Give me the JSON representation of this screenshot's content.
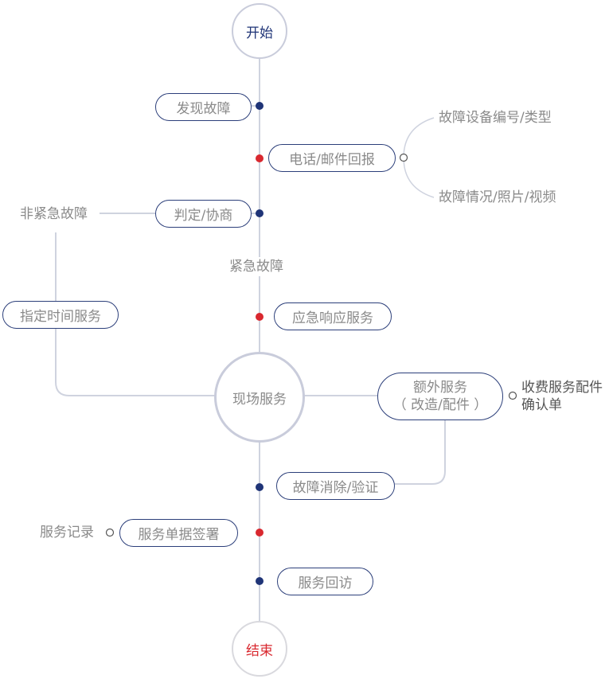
{
  "colors": {
    "navy": "#1f3477",
    "red": "#d9282f",
    "line": "#cfd3df",
    "text": "#8a8a8a"
  },
  "nodes": {
    "start": "开始",
    "end": "结束",
    "discover_fault": "发现故障",
    "phone_email": "电话/邮件回报",
    "fault_id_type": "故障设备编号/类型",
    "fault_media": "故障情况/照片/视频",
    "judge_consult": "判定/协商",
    "non_urgent": "非紧急故障",
    "urgent": "紧急故障",
    "scheduled_service": "指定时间服务",
    "emergency_service": "应急响应服务",
    "onsite_service": "现场服务",
    "extra_service_line1": "额外服务",
    "extra_service_line2": "（ 改造/配件 ）",
    "charge_line1": "收费服务配件",
    "charge_line2": "确认单",
    "fault_cleared": "故障消除/验证",
    "service_sign": "服务单据签署",
    "service_record": "服务记录",
    "follow_up": "服务回访"
  },
  "timeline_dots": [
    {
      "step": "discover_fault",
      "color": "navy"
    },
    {
      "step": "phone_email",
      "color": "red"
    },
    {
      "step": "judge_consult",
      "color": "navy"
    },
    {
      "step": "emergency_service",
      "color": "red"
    },
    {
      "step": "fault_cleared",
      "color": "navy"
    },
    {
      "step": "service_sign",
      "color": "red"
    },
    {
      "step": "follow_up",
      "color": "navy"
    }
  ]
}
